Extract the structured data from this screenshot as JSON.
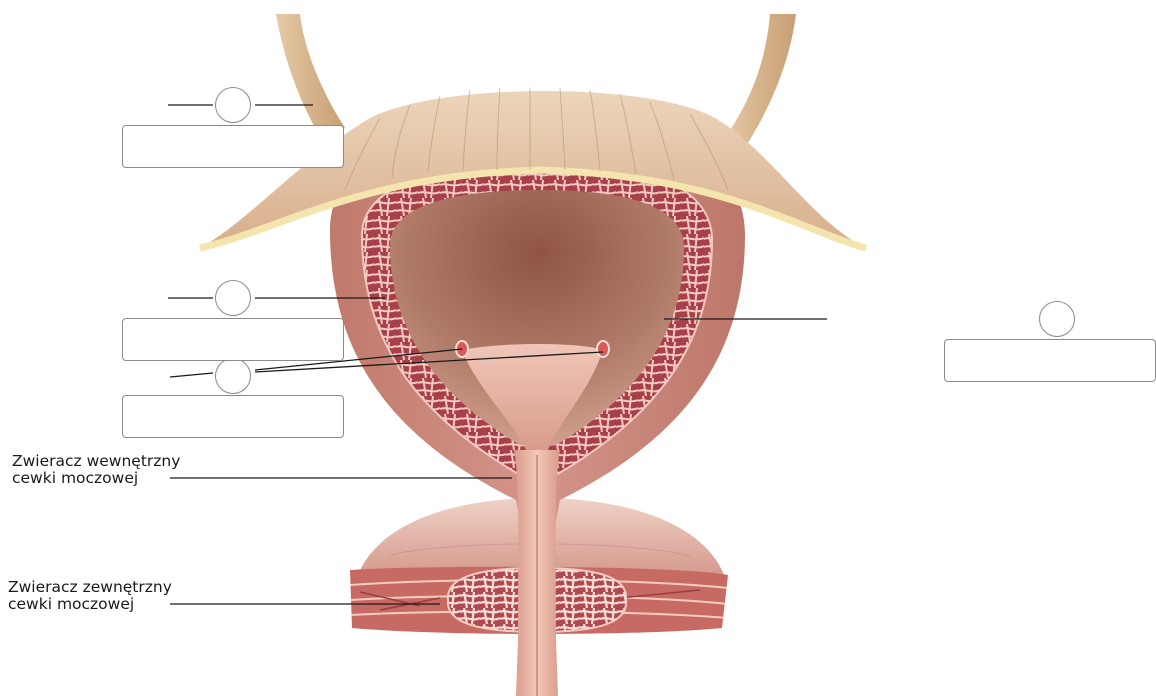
{
  "labels": {
    "internal_sphincter": {
      "line1": "Zwieracz wewnętrzny",
      "line2": "cewki moczowej"
    },
    "external_sphincter": {
      "line1": "Zwieracz zewnętrzny",
      "line2": "cewki moczowej"
    }
  },
  "blanks": {
    "slot_1": {
      "number": "",
      "answer": ""
    },
    "slot_2": {
      "number": "",
      "answer": ""
    },
    "slot_3": {
      "number": "",
      "answer": ""
    },
    "slot_4": {
      "number": "",
      "answer": ""
    }
  },
  "colors": {
    "ureter": "#d9b892",
    "peritoneum": "#e3c3a2",
    "peritoneum_edge": "#f3e5ad",
    "bladder_wall": "#c48072",
    "detrusor_red": "#b04a52",
    "lumen": "#a96c5c",
    "trigone": "#e6b3a6",
    "urethra": "#e2b0a2",
    "prostate": "#e9bfb3",
    "leader_line": "#1a1a1a",
    "box_border": "#8a8a8a"
  }
}
